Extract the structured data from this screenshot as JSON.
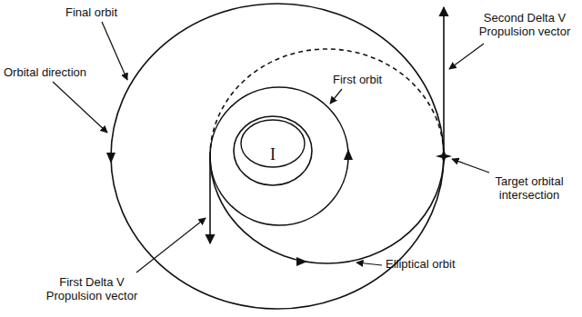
{
  "diagram": {
    "nodes": [
      {
        "text": [
          "I"
        ]
      }
    ],
    "labels": [
      "Final orbit",
      "Orbital direction",
      "First orbit",
      "Elliptical orbit",
      "First Delta V Propulsion vector",
      "Second Delta V Propulsion vector",
      "Target orbital intersection"
    ]
  }
}
